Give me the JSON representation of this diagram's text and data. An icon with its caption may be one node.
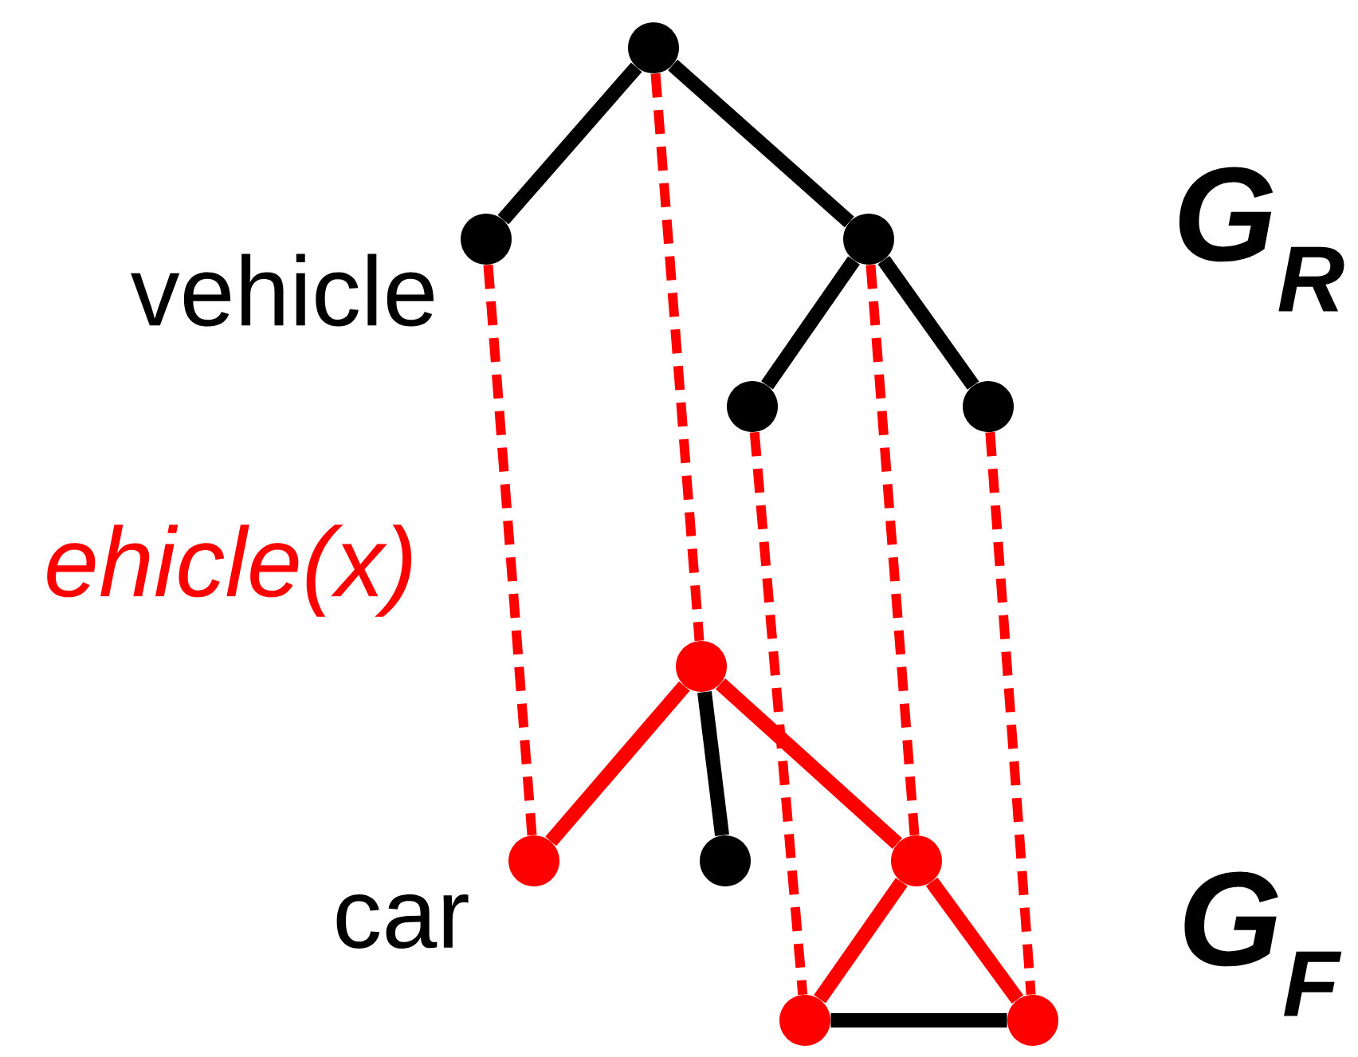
{
  "diagram": {
    "nodes": [
      {
        "text": [],
        "shape": "circle"
      },
      {
        "text": [],
        "shape": "circle",
        "beside": [
          "vehicle"
        ]
      },
      {
        "text": [],
        "shape": "circle"
      },
      {
        "text": [],
        "shape": "circle"
      },
      {
        "text": [],
        "shape": "circle"
      },
      {
        "text": [],
        "shape": "circle"
      },
      {
        "text": [],
        "shape": "circle",
        "beside": [
          "car"
        ]
      },
      {
        "text": [],
        "shape": "circle"
      },
      {
        "text": [],
        "shape": "circle"
      },
      {
        "text": [],
        "shape": "circle"
      },
      {
        "text": [],
        "shape": "circle"
      }
    ],
    "edges": [
      {
        "from": 0,
        "to": 1,
        "arrow": "none",
        "color": "#000000"
      },
      {
        "from": 0,
        "to": 2,
        "arrow": "none",
        "color": "#000000"
      },
      {
        "from": 2,
        "to": 3,
        "arrow": "none",
        "color": "#000000"
      },
      {
        "from": 2,
        "to": 4,
        "arrow": "none",
        "color": "#000000"
      },
      {
        "from": 1,
        "to": 6,
        "arrow": "none",
        "style": "dashed"
      },
      {
        "from": 0,
        "to": 5,
        "arrow": "none",
        "style": "dashed"
      },
      {
        "from": 3,
        "to": 9,
        "arrow": "none",
        "style": "dashed"
      },
      {
        "from": 2,
        "to": 8,
        "arrow": "none",
        "style": "dashed"
      },
      {
        "from": 4,
        "to": 10,
        "arrow": "none",
        "style": "dashed"
      },
      {
        "from": 5,
        "to": 6,
        "arrow": "none"
      },
      {
        "from": 5,
        "to": 7,
        "arrow": "none",
        "color": "#000000"
      },
      {
        "from": 5,
        "to": 8,
        "arrow": "none"
      },
      {
        "from": 8,
        "to": 9,
        "arrow": "none"
      },
      {
        "from": 8,
        "to": 10,
        "arrow": "none"
      },
      {
        "from": 9,
        "to": 10,
        "arrow": "none",
        "color": "#000000"
      }
    ],
    "labels": [
      "ehicle(x)",
      "G$_{R}$",
      "G$_{F}$"
    ]
  }
}
